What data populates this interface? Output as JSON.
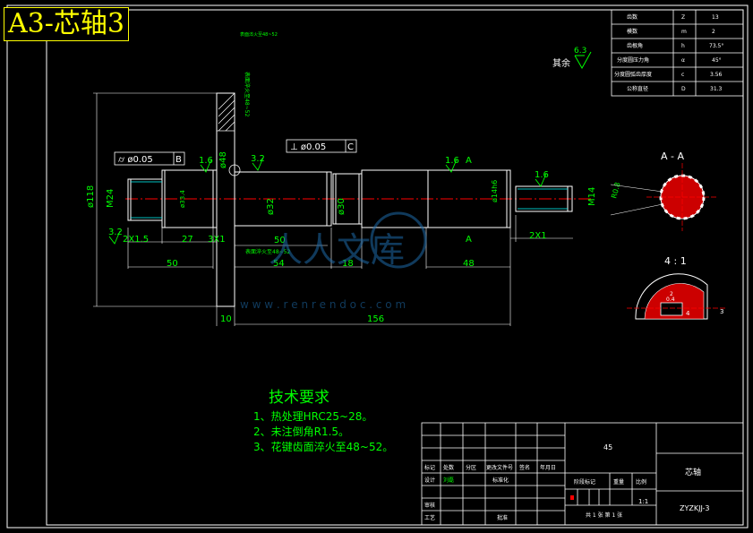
{
  "title_badge": "A3-芯轴3",
  "param_table": {
    "rows": [
      {
        "name": "齿数",
        "sym": "Z",
        "val": "13"
      },
      {
        "name": "模数",
        "sym": "m",
        "val": "2"
      },
      {
        "name": "齿根角",
        "sym": "h",
        "val": "73.5°"
      },
      {
        "name": "分度圆压力角",
        "sym": "α",
        "val": "45°"
      },
      {
        "name": "分度圆弧齿厚度",
        "sym": "c",
        "val": "3.56"
      },
      {
        "name": "公称直径",
        "sym": "D",
        "val": "31.3"
      }
    ]
  },
  "roughness_default": {
    "value": "6.3",
    "label": "其余"
  },
  "dimensions": {
    "d118": "ø118",
    "d48": "ø48",
    "m24": "M24",
    "d32": "ø32",
    "d30": "ø30",
    "d14h6": "ø14h6",
    "m14": "M14",
    "d33": "ø33.4",
    "len50a": "50",
    "len27": "27",
    "len3x1": "3X1",
    "len2x15": "2X1.5",
    "len50b": "50",
    "len54": "54",
    "len18": "18",
    "len48": "48",
    "len2x1": "2X1",
    "len156": "156",
    "len10": "10",
    "r08": "R0.8",
    "ra16a": "1.6",
    "ra32a": "3.2",
    "ra32b": "3.2",
    "ra16b": "1.6",
    "ra16c": "1.6",
    "tol_a": "⌭ ø0.05",
    "tol_a_ref": "B",
    "tol_b": "⊥ ø0.05",
    "tol_b_ref": "C",
    "sec_mark": "A",
    "flame_note": "表面淬火至48~52",
    "note_v1": "表面淬火至48~52",
    "note_v2": "表面淬火至48~52"
  },
  "section_view": {
    "label": "A - A"
  },
  "detail_view": {
    "scale": "4 : 1",
    "d1": "0.4",
    "d2": "4",
    "d3": "3",
    "d4": "2"
  },
  "tech_requirements": {
    "title": "技术要求",
    "items": [
      "1、热处理HRC25~28。",
      "2、未注倒角R1.5。",
      "3、花键齿面淬火至48~52。"
    ]
  },
  "title_block": {
    "material": "45",
    "part_name": "芯轴",
    "drawing_no": "ZYZKJJ-3",
    "scale": "1:1",
    "sheet": "共 1 张    第 1 张",
    "labels": {
      "mark": "标记",
      "count": "处数",
      "zone": "分区",
      "change_doc": "更改文件号",
      "sign": "签名",
      "date": "年月日",
      "design": "设计",
      "designer": "刘磊",
      "standardize": "标准化",
      "stage_mark": "阶段标记",
      "weight": "重量",
      "ratio": "比例",
      "review": "审核",
      "craft": "工艺",
      "approve": "批准"
    }
  },
  "watermark": {
    "text_cn": "人人文库",
    "url": "w w w . r e n r e n d o c . c o m"
  }
}
